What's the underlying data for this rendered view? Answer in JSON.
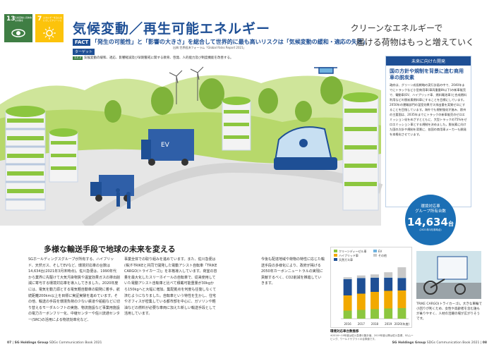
{
  "header": {
    "sdg13": {
      "num": "13",
      "label": "気候変動に具体的な対策を",
      "color": "#3f7e44"
    },
    "sdg7": {
      "num": "7",
      "label": "エネルギーをみんなにそしてクリーンに",
      "color": "#fcc30b"
    },
    "title": "気候変動／再生可能エネルギー",
    "fact_tag": "FACT",
    "fact_text": "「発生の可能性」と「影響の大きさ」を総合して世界的に最も高いリスクは「気候変動の緩和・適応の失敗」",
    "fact_source": "出典:世界経済フォーラム「Global Risks Report 2021」",
    "target_tag": "ターゲット",
    "target_badge": "13.3",
    "target_text": "気候変動の緩和、適応、影響軽減及び早期警戒に関する教育、啓発、人的能力及び制度機能を改善する。",
    "handwrite_1": "クリーンなエネルギーで",
    "handwrite_2": "届ける荷物はもっと増えていく"
  },
  "panel": {
    "heading": "未来に向けた開発",
    "title": "国の方針や規制を背景に進む商用車の脱炭素",
    "body": "政府は、グリーン成長戦略の実行計画の中で、2040年までにトラックなど小型商用車(車両重量8t以下)の新車販売で、電動車(EV、ハイブリッド車、燃料電池車)と合成燃料利用などの脱炭素燃料車にすることを目標にしています。2050年の運輸部門の温室効果ガス排出量を実質ゼロにすることを目指しています。海外でも規制強化が進み、欧州の主要国は、2035年までにトラックの新車販売のゼロエミッション化をめざすとともに、大型トラックの75%をゼロエミッション車とする規制を決めました。脱炭素に向けた国の方針や規制を背景に、各国の商用車メーカーも開発を本格化させています。"
  },
  "stat": {
    "line1": "環境対応車",
    "line2": "グループ所有台数",
    "value": "14,634",
    "unit": "台",
    "note": "(2021年3月末時点)"
  },
  "section": {
    "title": "多様な輸送手段で地球の未来を変える",
    "col1": "SGホールディングスグループが所有する、ハイブリッド、天然ガス、そしてEVなど、環境対応車の台数は14,634台(2021年3月末時点)。佐川急便は、1990年代から業界に先駆けて大気汚染物質や温室効果ガスの排出削減に寄与する環境対応車を導入してきました。2020年度には、電気を動力源とする電気軽自動車の開発に着手。航続距離200km以上を目標に実証実験を進めています。その他、輸送の手段を環境負荷の少ない鉄道や船舶などに切り替えるモーダルシフトの実施、物流施設など事業用施設の電力カーボンフリー化、中継センターや佐川流通センター(SRC)の活用による物流効率化など、",
    "col2": "事業全体での取り組みを進めています。また、佐川急便は(株)T-TRIKEと共同で開発した電動アシスト自転車「TRIKE CARGO(トライカーゴ)」を本格導入しています。荷室の容量を最大化したスリーホイールの自転車で、従来使用していた電動アシスト自転車と比べて積載可能重量が30kgから150kgへと大幅に増加。集配拠点を何度も往復しなくて済むようになりました。自転車という特性を生かし、住宅やオフィスが密集している都市部を中心に、ガソリンや軽油などの燃料が必要な車両に加えた新しい輸送手段として活用しています。",
    "col3": "今後も配達地域や荷物の特性に応じた輸送手段の多様化により、政府が掲げる2050年カーボンニュートラルの実現に貢献するべく、CO2削減を推進していきます。"
  },
  "chart_data": {
    "type": "bar",
    "title": "環境対応車台数推移",
    "categories": [
      "2016",
      "2017",
      "2018",
      "2019",
      "2020(年度)"
    ],
    "series": [
      {
        "name": "クリーンディーゼル車",
        "color": "#8cc63f",
        "values": [
          2300,
          2500,
          2700,
          2900,
          3000
        ]
      },
      {
        "name": "ハイブリッド車",
        "color": "#f2a900",
        "values": [
          4300,
          4600,
          4900,
          5000,
          5000
        ]
      },
      {
        "name": "天然ガス車",
        "color": "#1e4f95",
        "values": [
          4600,
          4400,
          4000,
          3700,
          3500
        ]
      },
      {
        "name": "EV",
        "color": "#6fb3e0",
        "values": [
          50,
          60,
          60,
          70,
          80
        ]
      },
      {
        "name": "その他",
        "color": "#c8c8c8",
        "values": [
          500,
          700,
          900,
          1500,
          3000
        ]
      }
    ],
    "ylim": [
      0,
      15000
    ],
    "note": "※2016〜19年度は佐川急便の集計値、2019年度以降は佐川急便、SGムービング、ワールドサプライの合算値です。"
  },
  "photo": {
    "caption": "TRIKE CARGO(トライカーゴ)。大きな車輪で小回りが利くため、女性や高齢者を含む誰もが乗りやすく、人材の活躍の場が広がりそうです。"
  },
  "footer": {
    "page_l": "07",
    "brand_l": "SG Holdings Group",
    "book_l": "SDGs Communication Book 2021",
    "page_r": "08",
    "brand_r": "SG Holdings Group",
    "book_r": "SDGs Communication Book 2021"
  }
}
